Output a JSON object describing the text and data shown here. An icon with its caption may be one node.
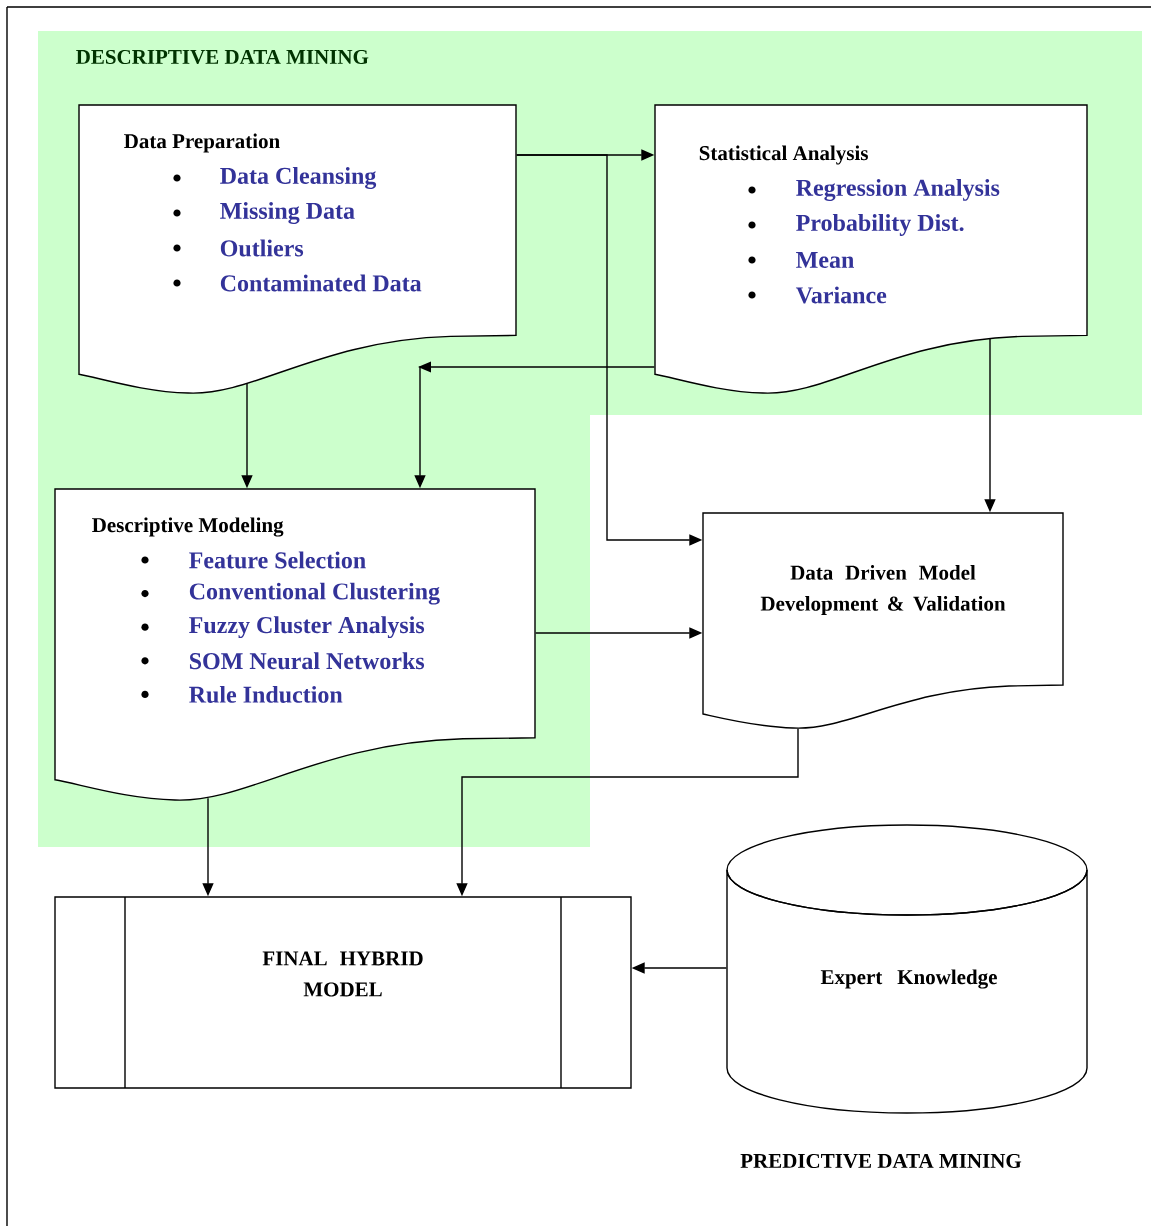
{
  "diagram": {
    "nodes": [
      {
        "text": [
          "DESCRIPTIVE DATA MINING"
        ]
      },
      {
        "text": [
          "Data Preparation",
          "Data Cleansing",
          "Missing Data",
          "Outliers",
          "Contaminated Data"
        ],
        "in": 0
      },
      {
        "text": [
          "Statistical Analysis",
          "Regression Analysis",
          "Probability Dist.",
          "Mean",
          "Variance"
        ],
        "in": 0
      },
      {
        "text": [
          "Descriptive Modeling",
          "Feature Selection",
          "Conventional Clustering",
          "Fuzzy Cluster Analysis",
          "SOM Neural Networks",
          "Rule Induction"
        ],
        "in": 0
      },
      {
        "text": [
          "Data Driven Model Development & Validation"
        ]
      },
      {
        "text": [
          "FINAL HYBRID MODEL"
        ]
      },
      {
        "text": [
          "Expert Knowledge"
        ]
      }
    ],
    "edges": [
      {
        "from": 1,
        "to": 2,
        "arrow": "to"
      },
      {
        "from": 1,
        "to": 4,
        "arrow": "to"
      },
      {
        "from": 2,
        "to": 3,
        "arrow": "to"
      },
      {
        "from": 1,
        "to": 3,
        "arrow": "to"
      },
      {
        "from": 2,
        "to": 4,
        "arrow": "to"
      },
      {
        "from": 3,
        "to": 4,
        "arrow": "to"
      },
      {
        "from": 3,
        "to": 5,
        "arrow": "to"
      },
      {
        "from": 4,
        "to": 5,
        "arrow": "to"
      },
      {
        "from": 6,
        "to": 5,
        "arrow": "to"
      }
    ],
    "labels": [
      "PREDICTIVE DATA MINING"
    ]
  }
}
